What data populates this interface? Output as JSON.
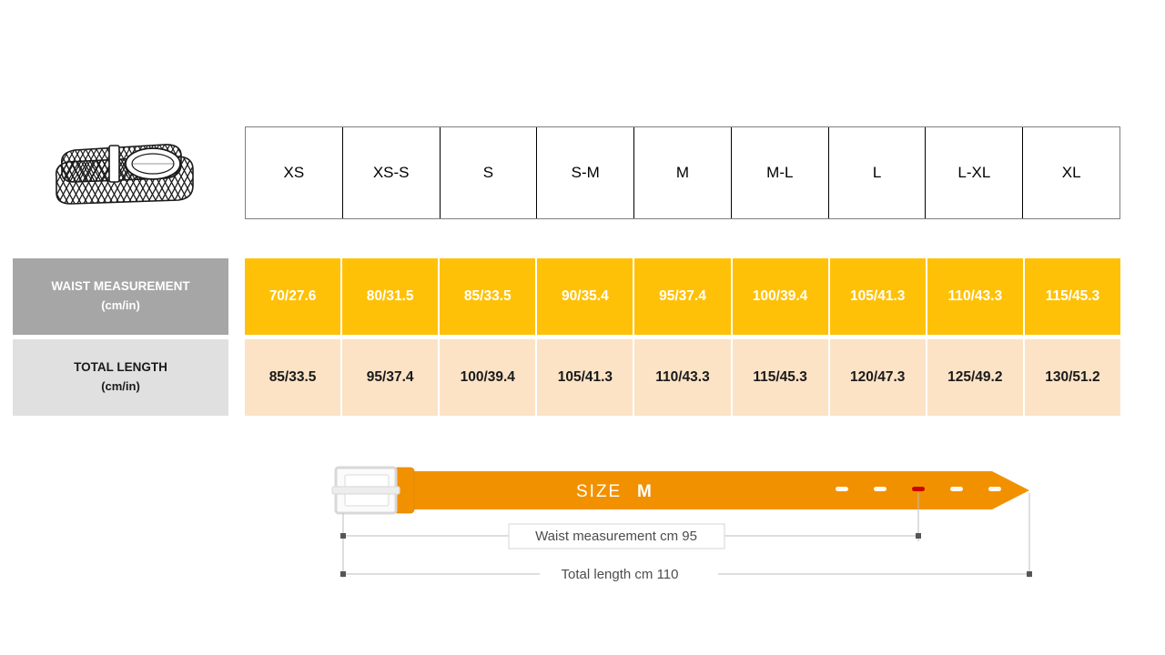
{
  "product_icon": {
    "name": "braided-belt-illustration"
  },
  "size_table": {
    "sizes": [
      "XS",
      "XS-S",
      "S",
      "S-M",
      "M",
      "M-L",
      "L",
      "L-XL",
      "XL"
    ],
    "rows": [
      {
        "key": "waist",
        "label_line1": "WAIST MEASUREMENT",
        "label_line2": "(cm/in)",
        "values": [
          "70/27.6",
          "80/31.5",
          "85/33.5",
          "90/35.4",
          "95/37.4",
          "100/39.4",
          "105/41.3",
          "110/43.3",
          "115/45.3"
        ]
      },
      {
        "key": "length",
        "label_line1": "TOTAL LENGTH",
        "label_line2": "(cm/in)",
        "values": [
          "85/33.5",
          "95/37.4",
          "100/39.4",
          "105/41.3",
          "110/43.3",
          "115/45.3",
          "120/47.3",
          "125/49.2",
          "130/51.2"
        ]
      }
    ]
  },
  "belt_diagram": {
    "size_word": "SIZE",
    "size_value": "M",
    "waist_label": "Waist measurement cm 95",
    "total_length_label": "Total length cm 110",
    "holes_total": 5,
    "highlighted_hole_index": 3,
    "highlight_color": "#cc0000",
    "belt_color": "#f29100",
    "buckle_color": "#e8e8e8"
  },
  "colors": {
    "waist_row_fill": "#ffc107",
    "length_row_fill": "#fce3c6",
    "waist_label_fill": "#a6a6a6",
    "length_label_fill": "#e0e0e0",
    "table_border": "#000000",
    "background": "#ffffff"
  }
}
